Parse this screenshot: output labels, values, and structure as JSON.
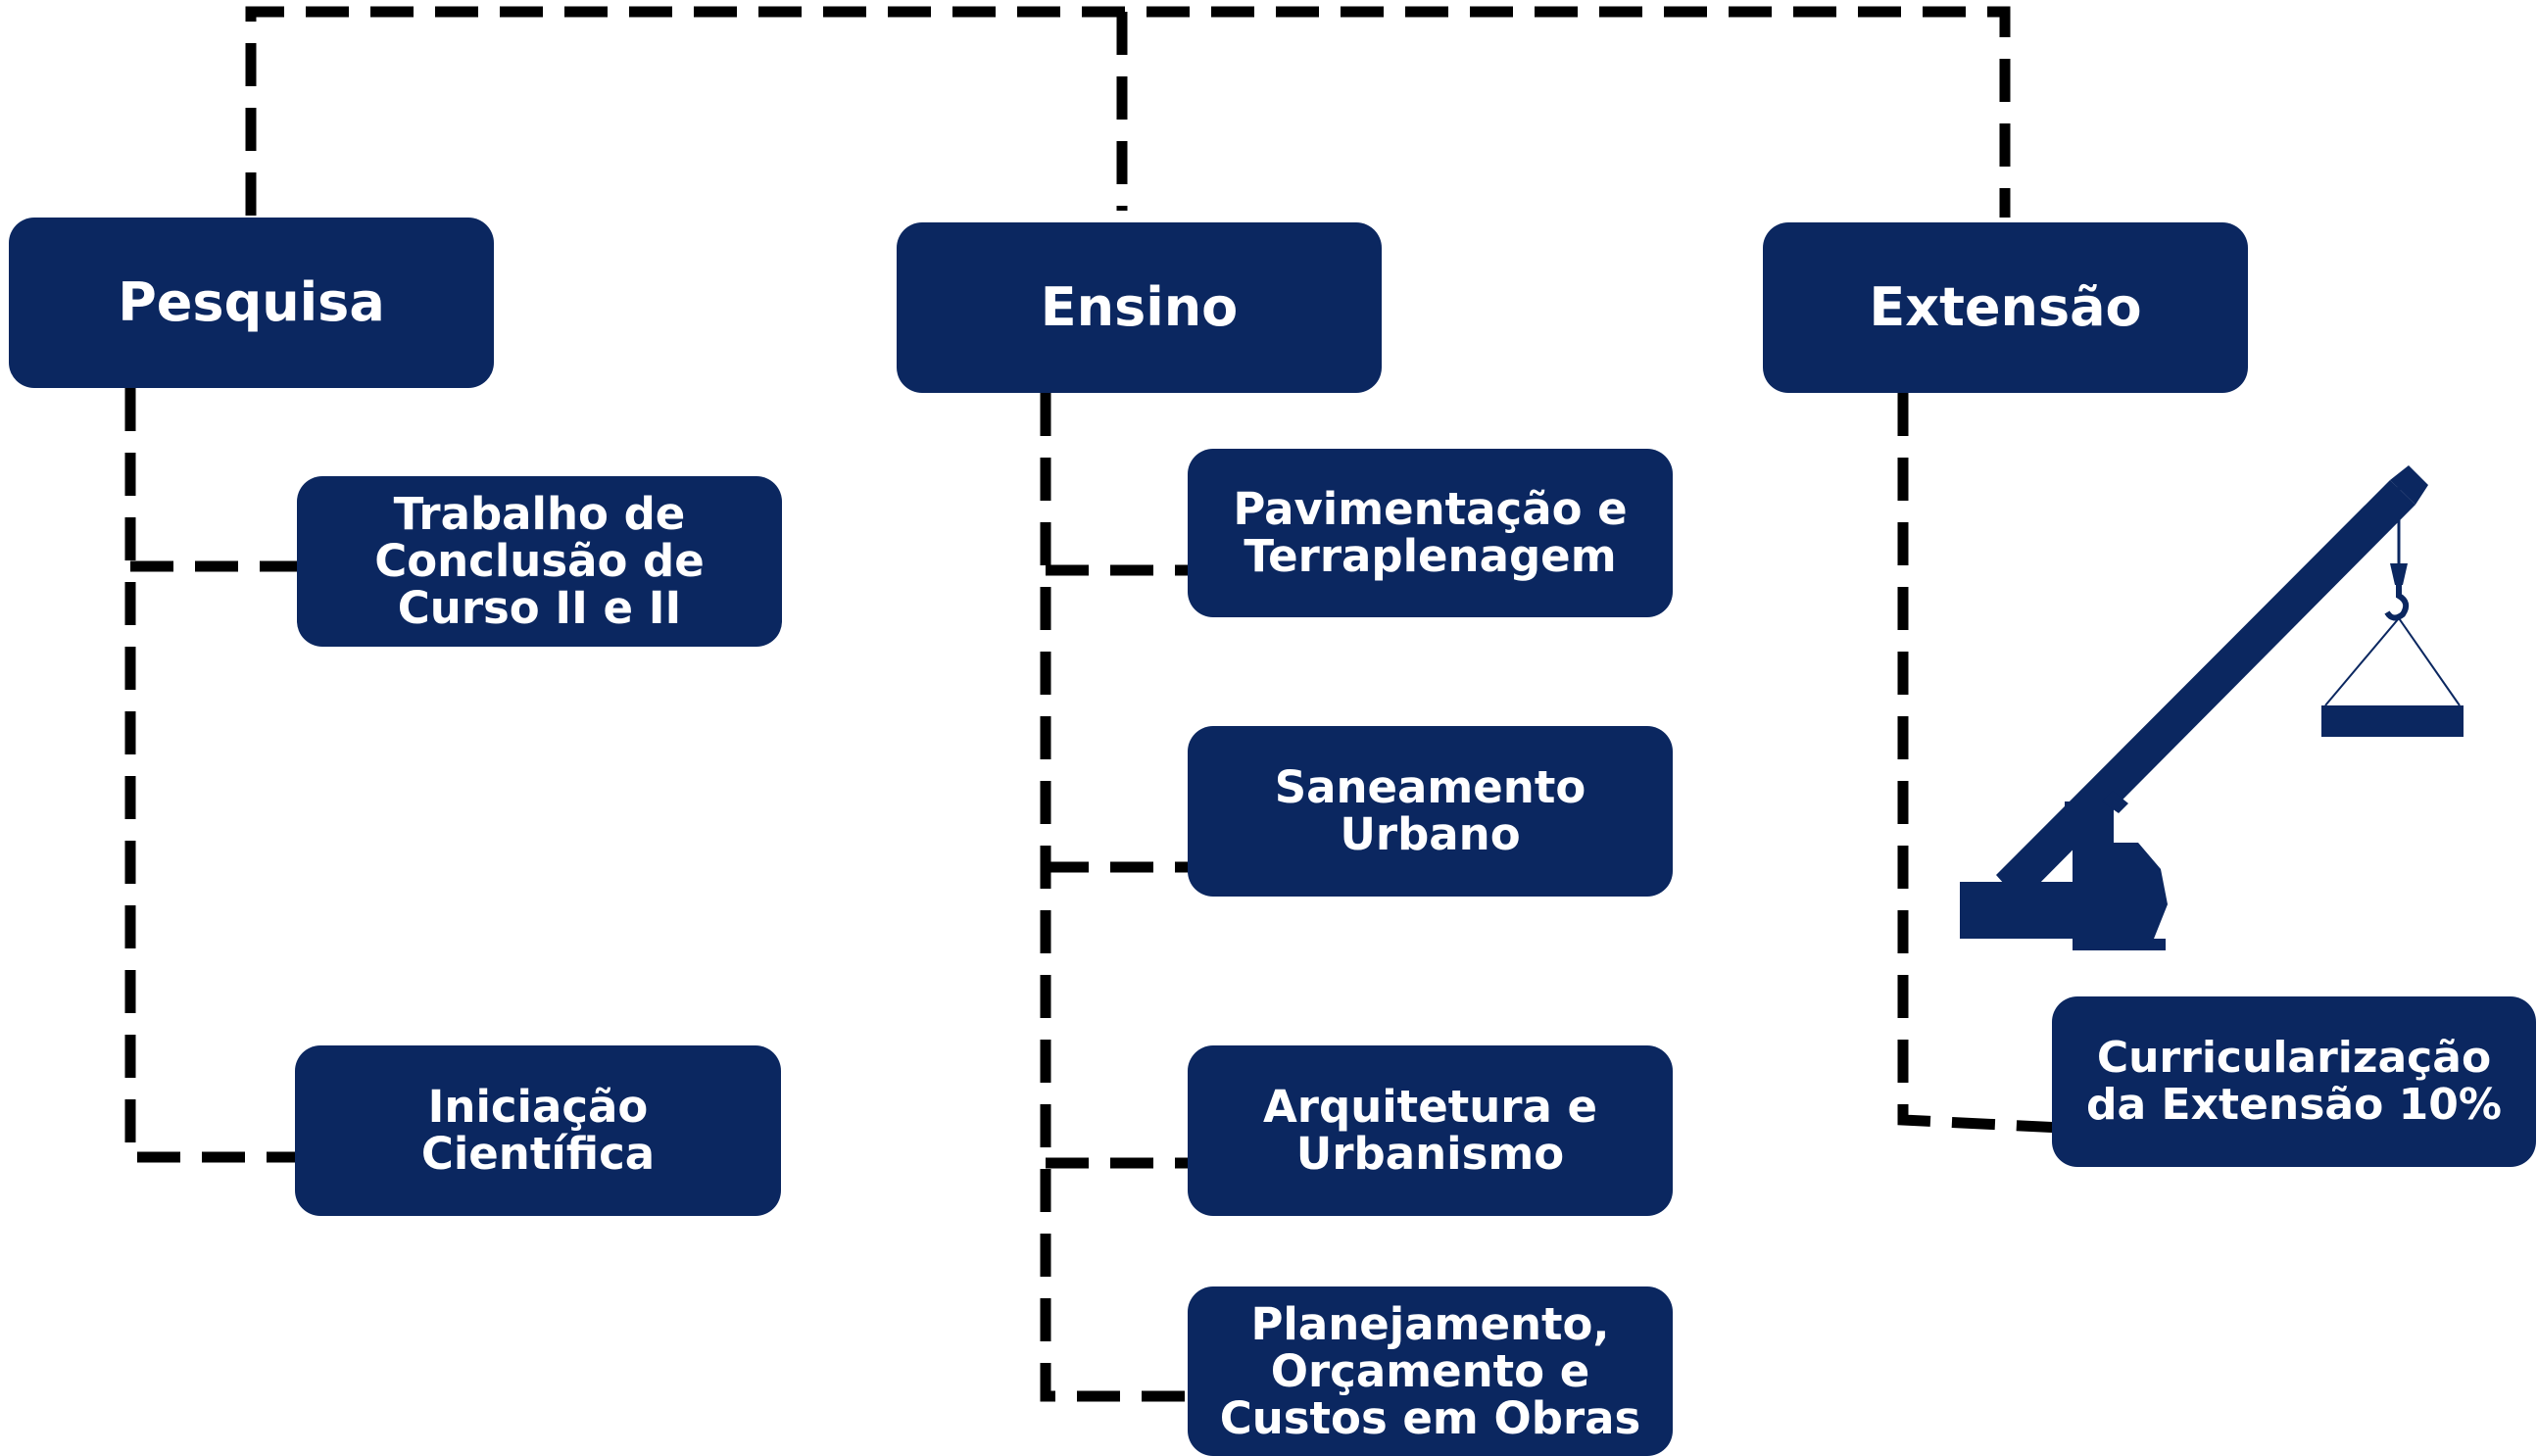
{
  "colors": {
    "box_fill": "#0b2760",
    "box_text": "#ffffff",
    "connector": "#000000"
  },
  "nodes": {
    "pesquisa": "Pesquisa",
    "ensino": "Ensino",
    "extensao": "Extensão",
    "tcc": "Trabalho de\nConclusão de\nCurso II e II",
    "iniciacao": "Iniciação\nCientífica",
    "pavimentacao": "Pavimentação e\nTerraplenagem",
    "saneamento": "Saneamento\nUrbano",
    "arquitetura": "Arquitetura e\nUrbanismo",
    "planejamento": "Planejamento,\nOrçamento e\nCustos em Obras",
    "curricularizacao": "Curricularização\nda Extensão 10%"
  },
  "icons": {
    "illustration": "crane-icon"
  }
}
